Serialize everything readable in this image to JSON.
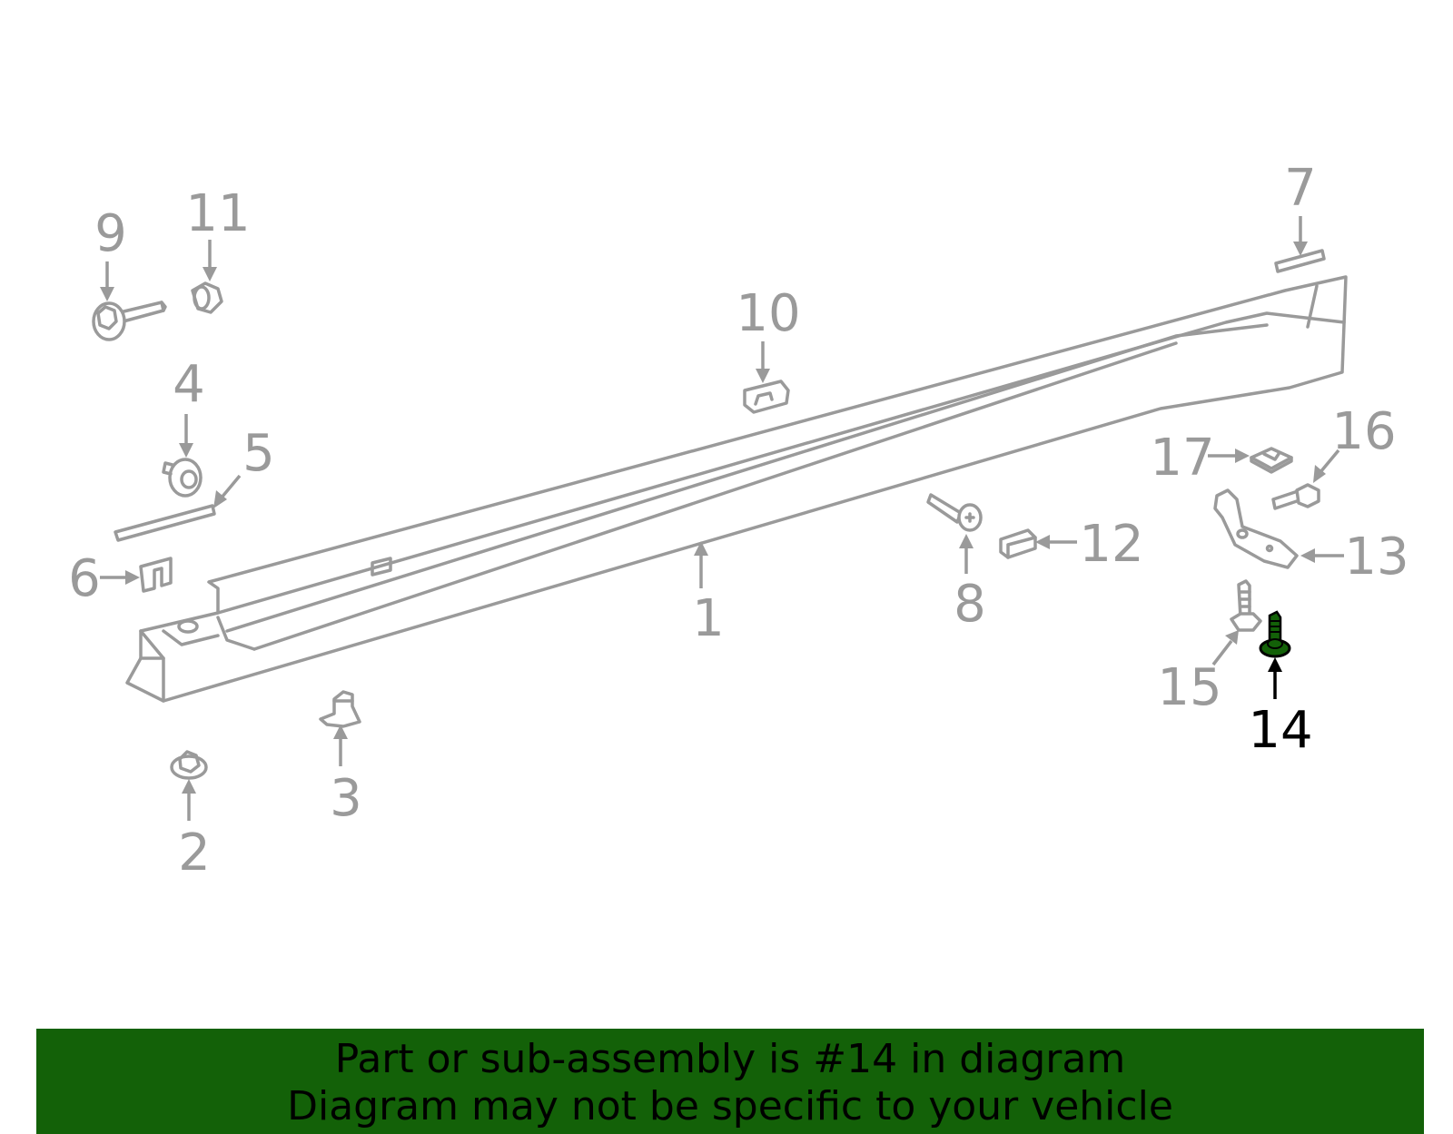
{
  "colors": {
    "parts_gray": "#9a9a9a",
    "highlight_part": "#136108",
    "banner_bg": "#136108",
    "banner_text": "#000000"
  },
  "callouts": {
    "c1": "1",
    "c2": "2",
    "c3": "3",
    "c4": "4",
    "c5": "5",
    "c6": "6",
    "c7": "7",
    "c8": "8",
    "c9": "9",
    "c10": "10",
    "c11": "11",
    "c12": "12",
    "c13": "13",
    "c14": "14",
    "c15": "15",
    "c16": "16",
    "c17": "17"
  },
  "highlighted_callout": "14",
  "banner": {
    "line1": "Part or sub-assembly is #14 in diagram",
    "line2": "Diagram may not be specific to your vehicle"
  }
}
